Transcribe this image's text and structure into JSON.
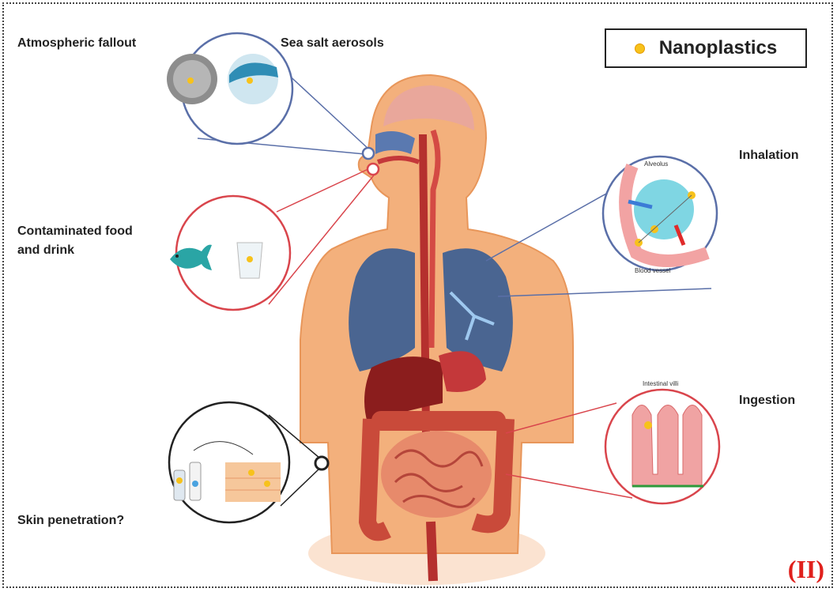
{
  "legend": {
    "label": "Nanoplastics",
    "marker_color": "#f7c21b"
  },
  "sources": {
    "atmospheric_fallout": "Atmospheric fallout",
    "sea_salt": "Sea salt aerosols",
    "food_line1": "Contaminated food",
    "food_line2": "and drink",
    "skin": "Skin penetration?"
  },
  "routes": {
    "inhalation": "Inhalation",
    "ingestion": "Ingestion"
  },
  "insets": {
    "alveolus": "Alveolus",
    "blood_vessel": "Blood vessel",
    "villi": "Intestinal villi"
  },
  "panel_label": "(II)",
  "colors": {
    "blue_ring": "#5a6fa8",
    "red_ring": "#d9454c",
    "skin": "#f3b07c",
    "lung": "#4a6591",
    "accent_red": "#e0201c"
  }
}
